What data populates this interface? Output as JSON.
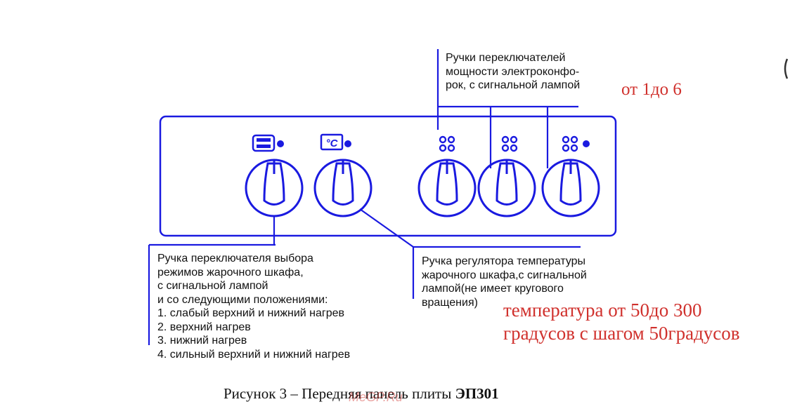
{
  "labels": {
    "burners": [
      "Ручки переключателей",
      "мощности электроконфо-",
      "рок, с сигнальной лампой"
    ],
    "mode": [
      "Ручка переключателя выбора",
      "режимов жарочного шкафа,",
      "с сигнальной лампой",
      "и со следующими положениями:",
      "1. слабый верхний и нижний нагрев",
      "2. верхний нагрев",
      "3. нижний нагрев",
      "4. сильный верхний и нижний нагрев"
    ],
    "thermostat": [
      "Ручка регулятора температуры",
      "жарочного шкафа,с сигнальной",
      "лампой(не имеет кругового",
      "вращения)"
    ]
  },
  "notes": {
    "burners_range": "от 1до 6",
    "temperature_line1": "температура от 50до 300",
    "temperature_line2": "градусов с шагом 50градусов"
  },
  "caption": {
    "prefix": "Рисунок 3 – Передняя панель плиты ",
    "model": "ЭП301"
  },
  "watermark": "MeGP.Ru",
  "colors": {
    "diagram_blue": "#1a1ae0",
    "note_red": "#d0312d",
    "text": "#111111"
  },
  "icons": [
    "oven-mode-icon",
    "thermostat-celsius-icon",
    "burner-icon",
    "burner-icon",
    "burner-icon",
    "signal-lamp-icon"
  ]
}
